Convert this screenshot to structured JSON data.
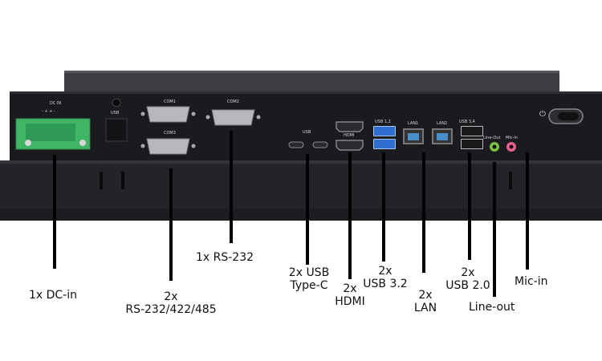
{
  "panel": {
    "silk_dc_in": "DC  IN",
    "silk_dc_pins": "-  +  +  -",
    "silk_usb": "USB",
    "silk_com1": "COM1",
    "silk_com2": "COM2",
    "silk_com3": "COM3",
    "silk_usb_c": "USB",
    "silk_hdmi": "HDMI",
    "silk_usb12": "USB  1,2",
    "silk_lan1": "LAN1",
    "silk_lan2": "LAN2",
    "silk_usb34": "USB  3,4",
    "silk_line_out": "Line-Out",
    "silk_mic_in": "Mic-In"
  },
  "callouts": {
    "dc_in": "1x DC-in",
    "rs232_485": [
      "2x",
      "RS-232/422/485"
    ],
    "rs232": "1x RS-232",
    "usb_type_c": [
      "2x USB",
      "Type-C"
    ],
    "hdmi": [
      "2x",
      "HDMI"
    ],
    "usb32": [
      "2x",
      "USB 3.2"
    ],
    "lan": [
      "2x",
      "LAN"
    ],
    "usb20": [
      "2x",
      "USB 2.0"
    ],
    "line_out": "Line-out",
    "mic_in": "Mic-in"
  },
  "colors": {
    "chassis": "#1c1d20",
    "dc_terminal": "#3fb565",
    "usb3_blue": "#2f6fcf",
    "lan_blue": "#4a8ec8",
    "line_out_green": "#7ac043",
    "mic_pink": "#e8608a"
  }
}
